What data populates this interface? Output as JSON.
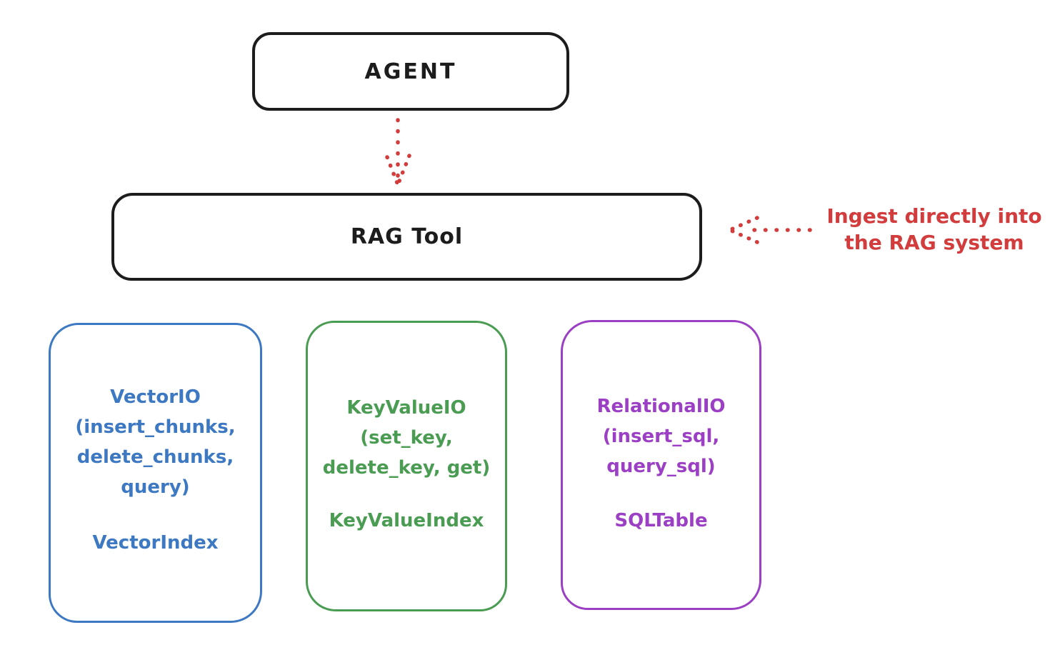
{
  "diagram": {
    "agent": {
      "label": "AGENT"
    },
    "rag_tool": {
      "label": "RAG Tool"
    },
    "annotation": {
      "line1": "Ingest directly into",
      "line2": "the RAG system",
      "color": "#d23c3c"
    },
    "arrows": [
      {
        "name": "agent-to-rag-tool",
        "style": "dotted",
        "direction": "down",
        "color": "#d23c3c"
      },
      {
        "name": "annotation-to-rag-tool",
        "style": "dotted",
        "direction": "left",
        "color": "#d23c3c"
      }
    ],
    "io_boxes": [
      {
        "title": "VectorIO",
        "methods": [
          "(insert_chunks,",
          "delete_chunks,",
          "query)"
        ],
        "index": "VectorIndex",
        "color": "#3d78c2"
      },
      {
        "title": "KeyValueIO",
        "methods": [
          "(set_key,",
          "delete_key, get)"
        ],
        "index": "KeyValueIndex",
        "color": "#4a9c53"
      },
      {
        "title": "RelationalIO",
        "methods": [
          "(insert_sql,",
          "query_sql)"
        ],
        "index": "SQLTable",
        "color": "#9b3fc4"
      }
    ],
    "colors": {
      "stroke_black": "#1c1c1c",
      "accent_red": "#d23c3c",
      "accent_blue": "#3d78c2",
      "accent_green": "#4a9c53",
      "accent_purple": "#9b3fc4"
    }
  }
}
